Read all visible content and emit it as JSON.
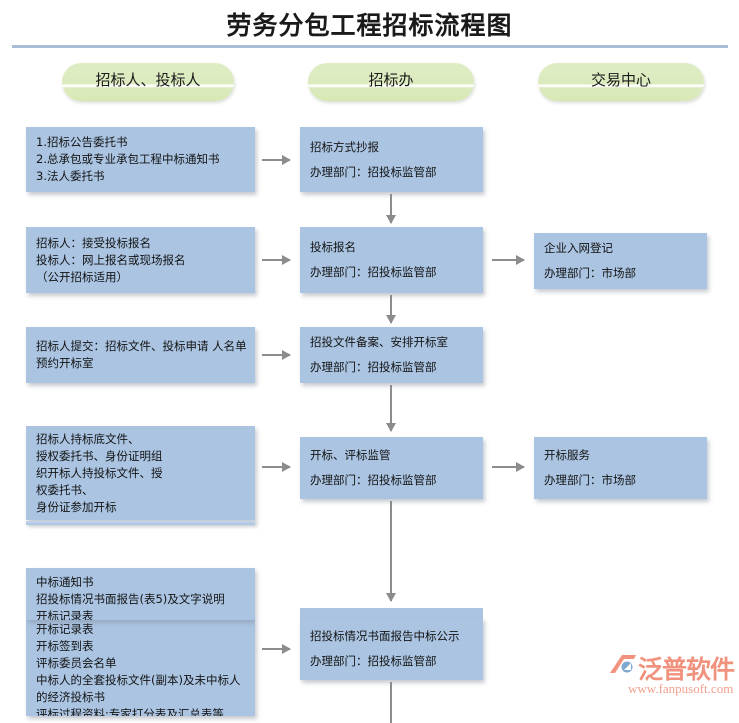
{
  "title": "劳务分包工程招标流程图",
  "lanes": [
    {
      "label": "招标人、投标人"
    },
    {
      "label": "招标办"
    },
    {
      "label": "交易中心"
    }
  ],
  "boxes": {
    "r1_left": {
      "lines": [
        "1.招标公告委托书",
        "2.总承包或专业承包工程中标通知书",
        "3.法人委托书"
      ]
    },
    "r1_mid": {
      "lines": [
        "招标方式抄报",
        "办理部门：招投标监管部"
      ]
    },
    "r2_left": {
      "lines": [
        "招标人：接受投标报名",
        "投标人：网上报名或现场报名",
        "（公开招标适用）"
      ]
    },
    "r2_mid": {
      "lines": [
        "投标报名",
        "办理部门：招投标监管部"
      ]
    },
    "r2_right": {
      "lines": [
        "企业入网登记",
        "办理部门：市场部"
      ]
    },
    "r3_left": {
      "lines": [
        "招标人提交：招标文件、投标申请 人名单",
        "预约开标室"
      ]
    },
    "r3_mid": {
      "lines": [
        "招投文件备案、安排开标室",
        "办理部门：招投标监管部"
      ]
    },
    "r4_left": {
      "lines": [
        "招标人持标底文件、",
        "授权委托书、身份证明组",
        "织开标人持投标文件、授",
        "权委托书、",
        "身份证参加开标"
      ]
    },
    "r4_mid": {
      "lines": [
        "开标、评标监管",
        "办理部门：招投标监管部"
      ]
    },
    "r4_right": {
      "lines": [
        "开标服务",
        "办理部门：市场部"
      ]
    },
    "r5_left_upper": {
      "lines": [
        "中标通知书",
        "招投标情况书面报告(表5)及文字说明",
        "开标记录表"
      ]
    },
    "r5_left_lower": {
      "lines": [
        "开标记录表",
        "开标签到表",
        "评标委员会名单",
        "中标人的全套投标文件(副本)及未中标人",
        "的经济投标书",
        "评标过程资料:专家打分表及汇总表等"
      ]
    },
    "r5_mid": {
      "lines": [
        "招投标情况书面报告中标公示",
        "办理部门：招投标监管部"
      ]
    }
  },
  "watermark": {
    "brand": "泛普软件",
    "url": "www.fanpusoft.com"
  },
  "colors": {
    "box_fill": "#aac4e2",
    "pill_fill": "#dcebbe",
    "connector": "#8c8c8c",
    "rule": "#a8bcd6",
    "watermark": "#f0927e"
  }
}
